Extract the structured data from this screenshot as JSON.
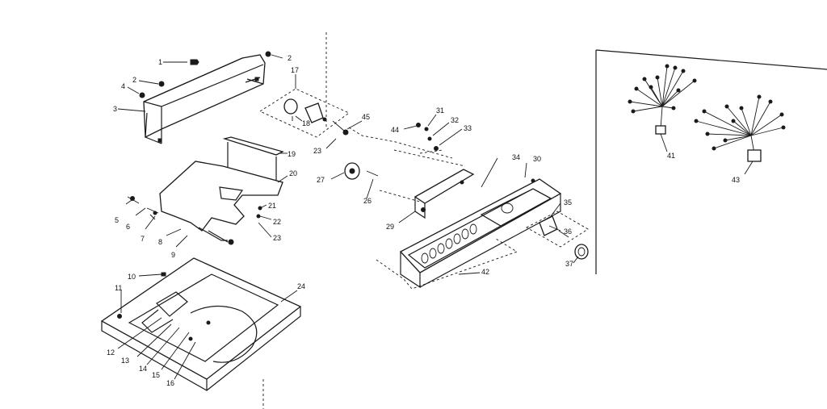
{
  "labels": {
    "p1": "1",
    "p2a": "2",
    "p2b": "2",
    "p3": "3",
    "p4": "4",
    "p5": "5",
    "p6": "6",
    "p7": "7",
    "p8": "8",
    "p9": "9",
    "p10": "10",
    "p11": "11",
    "p12": "12",
    "p13": "13",
    "p14": "14",
    "p15": "15",
    "p16": "16",
    "p17": "17",
    "p18": "18",
    "p19": "19",
    "p20": "20",
    "p21": "21",
    "p22": "22",
    "p23a": "23",
    "p23b": "23",
    "p24": "24",
    "p26": "26",
    "p27": "27",
    "p29": "29",
    "p30": "30",
    "p31": "31",
    "p32": "32",
    "p33": "33",
    "p34": "34",
    "p35": "35",
    "p36": "36",
    "p37": "37",
    "p41": "41",
    "p42": "42",
    "p43": "43",
    "p44": "44",
    "p45": "45"
  },
  "colors": {
    "ink": "#1a1a1a",
    "paper": "#ffffff"
  }
}
